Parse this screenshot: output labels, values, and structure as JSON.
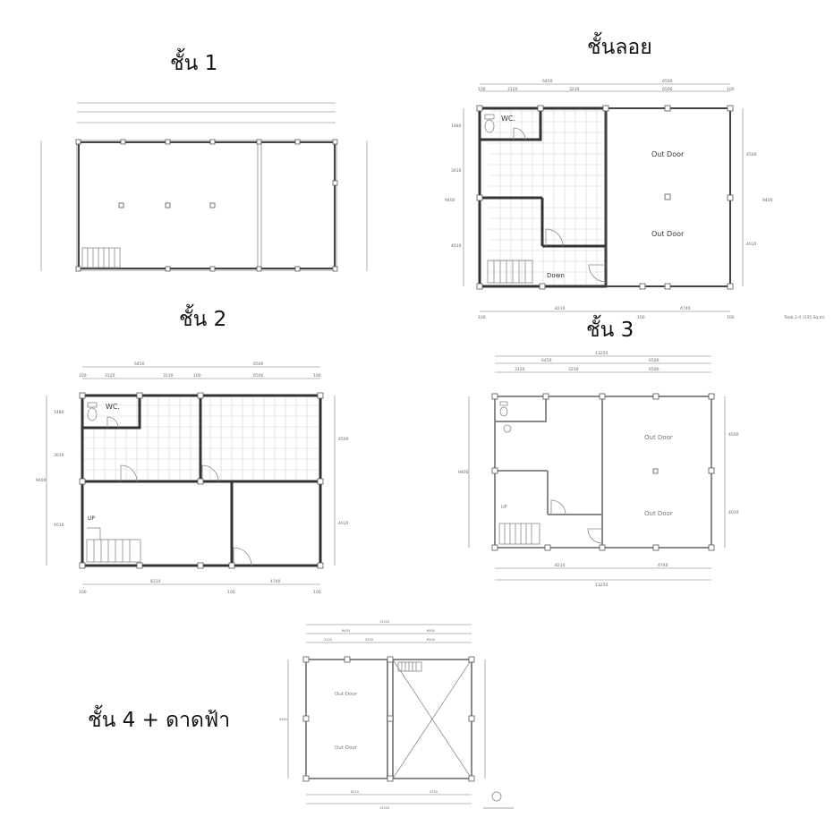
{
  "titles": {
    "floor1": "ชั้น 1",
    "mezzanine": "ชั้นลอย",
    "floor2": "ชั้น 2",
    "floor3": "ชั้น 3",
    "floor4": "ชั้น 4 + ดาดฟ้า"
  },
  "labels": {
    "wc": "WC.",
    "outdoor": "Out Door",
    "up": "UP",
    "down": "Down",
    "total_area": "Total 2-4 (135 Sq.m)"
  },
  "dims": {
    "d100": "100",
    "d6450": "6450",
    "d6500": "6500",
    "d3120": "3120",
    "d3230": "3230",
    "d8210": "8210",
    "d4740": "4740",
    "d9400": "9400",
    "d1480": "1480",
    "d3010": "3010",
    "d4500": "4500",
    "d4010": "4010",
    "d13250": "13250"
  }
}
